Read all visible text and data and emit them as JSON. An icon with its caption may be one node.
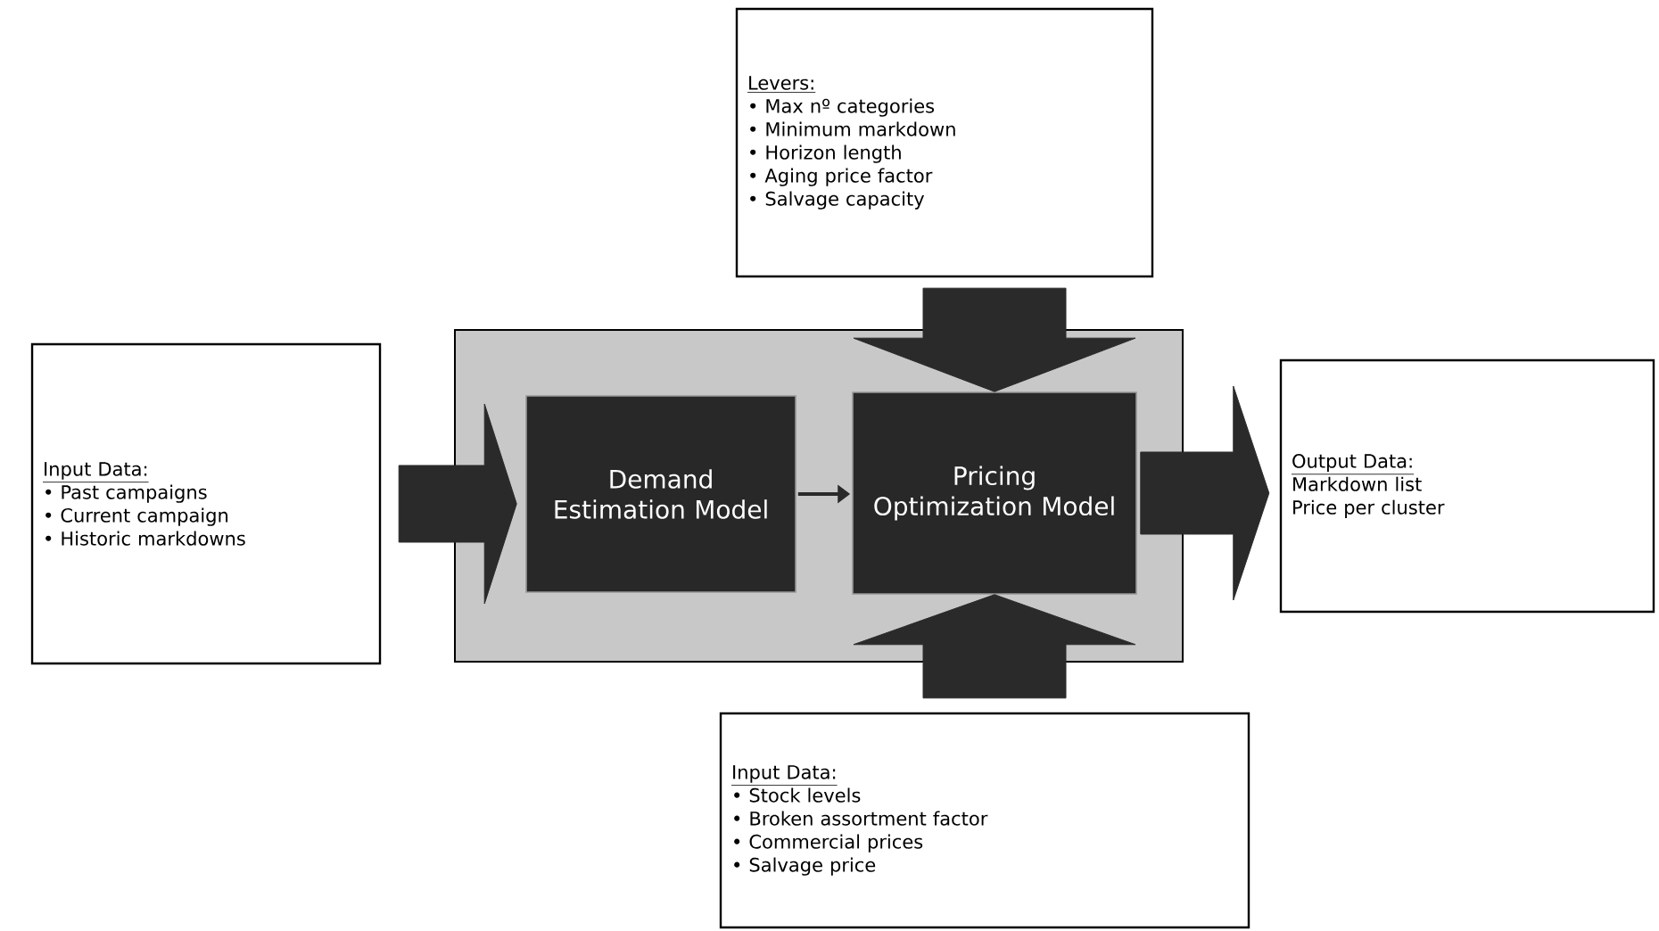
{
  "diagram": {
    "nodes": [
      {
        "text": [
          "Levers:",
          "• Max nº categories",
          "• Minimum markdown",
          "• Horizon length",
          "• Aging price factor",
          "• Salvage capacity"
        ]
      },
      {
        "text": [
          "Input Data:",
          "• Past campaigns",
          "• Current campaign",
          "• Historic markdowns"
        ]
      },
      {
        "text": [],
        "shape": "box"
      },
      {
        "text": [
          "Demand Estimation Model"
        ],
        "in": 2
      },
      {
        "text": [
          "Pricing Optimization Model"
        ],
        "in": 2
      },
      {
        "text": [
          "Output Data:",
          "Markdown list",
          "Price per cluster"
        ]
      },
      {
        "text": [
          "Input Data:",
          "• Stock levels",
          "• Broken assortment factor",
          "• Commercial prices",
          "• Salvage price"
        ]
      }
    ],
    "edges": [
      {
        "from": 1,
        "to": 3,
        "arrow": "to"
      },
      {
        "from": 3,
        "to": 4,
        "arrow": "to"
      },
      {
        "from": 0,
        "to": 4,
        "arrow": "to"
      },
      {
        "from": 6,
        "to": 4,
        "arrow": "to"
      },
      {
        "from": 4,
        "to": 5,
        "arrow": "to"
      }
    ]
  }
}
